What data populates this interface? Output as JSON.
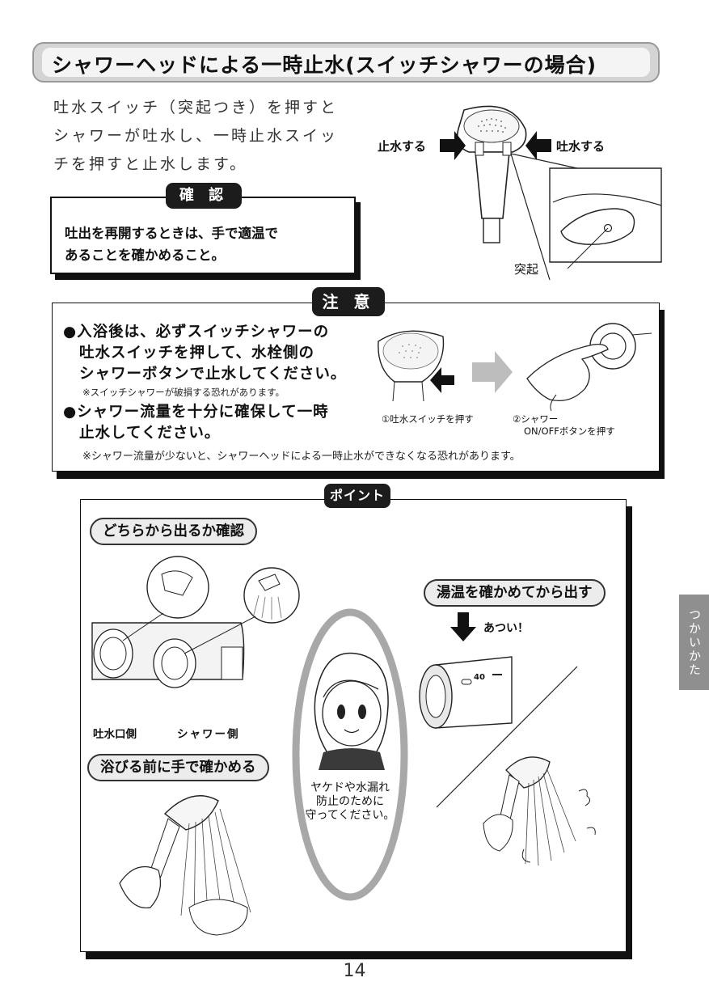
{
  "title": "シャワーヘッドによる一時止水(スイッチシャワーの場合)",
  "intro": [
    "吐水スイッチ（突起つき）を押すと",
    "シャワーが吐水し、一時止水スイッ",
    "チを押すと止水します。"
  ],
  "diagram_top": {
    "label_stop": "止水する",
    "label_spout": "吐水する",
    "label_protrusion": "突起"
  },
  "kakunin": {
    "label": "確 認",
    "lines": [
      "吐出を再開するときは、手で適温で",
      "あることを確かめること。"
    ]
  },
  "chui": {
    "label": "注 意",
    "bullet1": [
      "●入浴後は、必ずスイッチシャワーの",
      "吐水スイッチを押して、水栓側の",
      "シャワーボタンで止水してください。"
    ],
    "note1": "※スイッチシャワーが破損する恐れがあります。",
    "bullet2": [
      "●シャワー流量を十分に確保して一時",
      "止水してください。"
    ],
    "note2": "※シャワー流量が少ないと、シャワーヘッドによる一時止水ができなくなる恐れがあります。",
    "caption1": "①吐水スイッチを押す",
    "caption2a": "②シャワー",
    "caption2b": "ON/OFFボタンを押す"
  },
  "point": {
    "label": "ポイント",
    "check_title": "どちらから出るか確認",
    "label_spout_side": "吐水口側",
    "label_shower_side": "シャワー側",
    "hand_title": "浴びる前に手で確かめる",
    "temp_title": "湯温を確かめてから出す",
    "hot": "あつい！",
    "dial_value": "40",
    "center_lines": [
      "ヤケドや水漏れ",
      "防止のために",
      "守ってください。"
    ]
  },
  "side_tab": "つかいかた",
  "page_number": "14"
}
